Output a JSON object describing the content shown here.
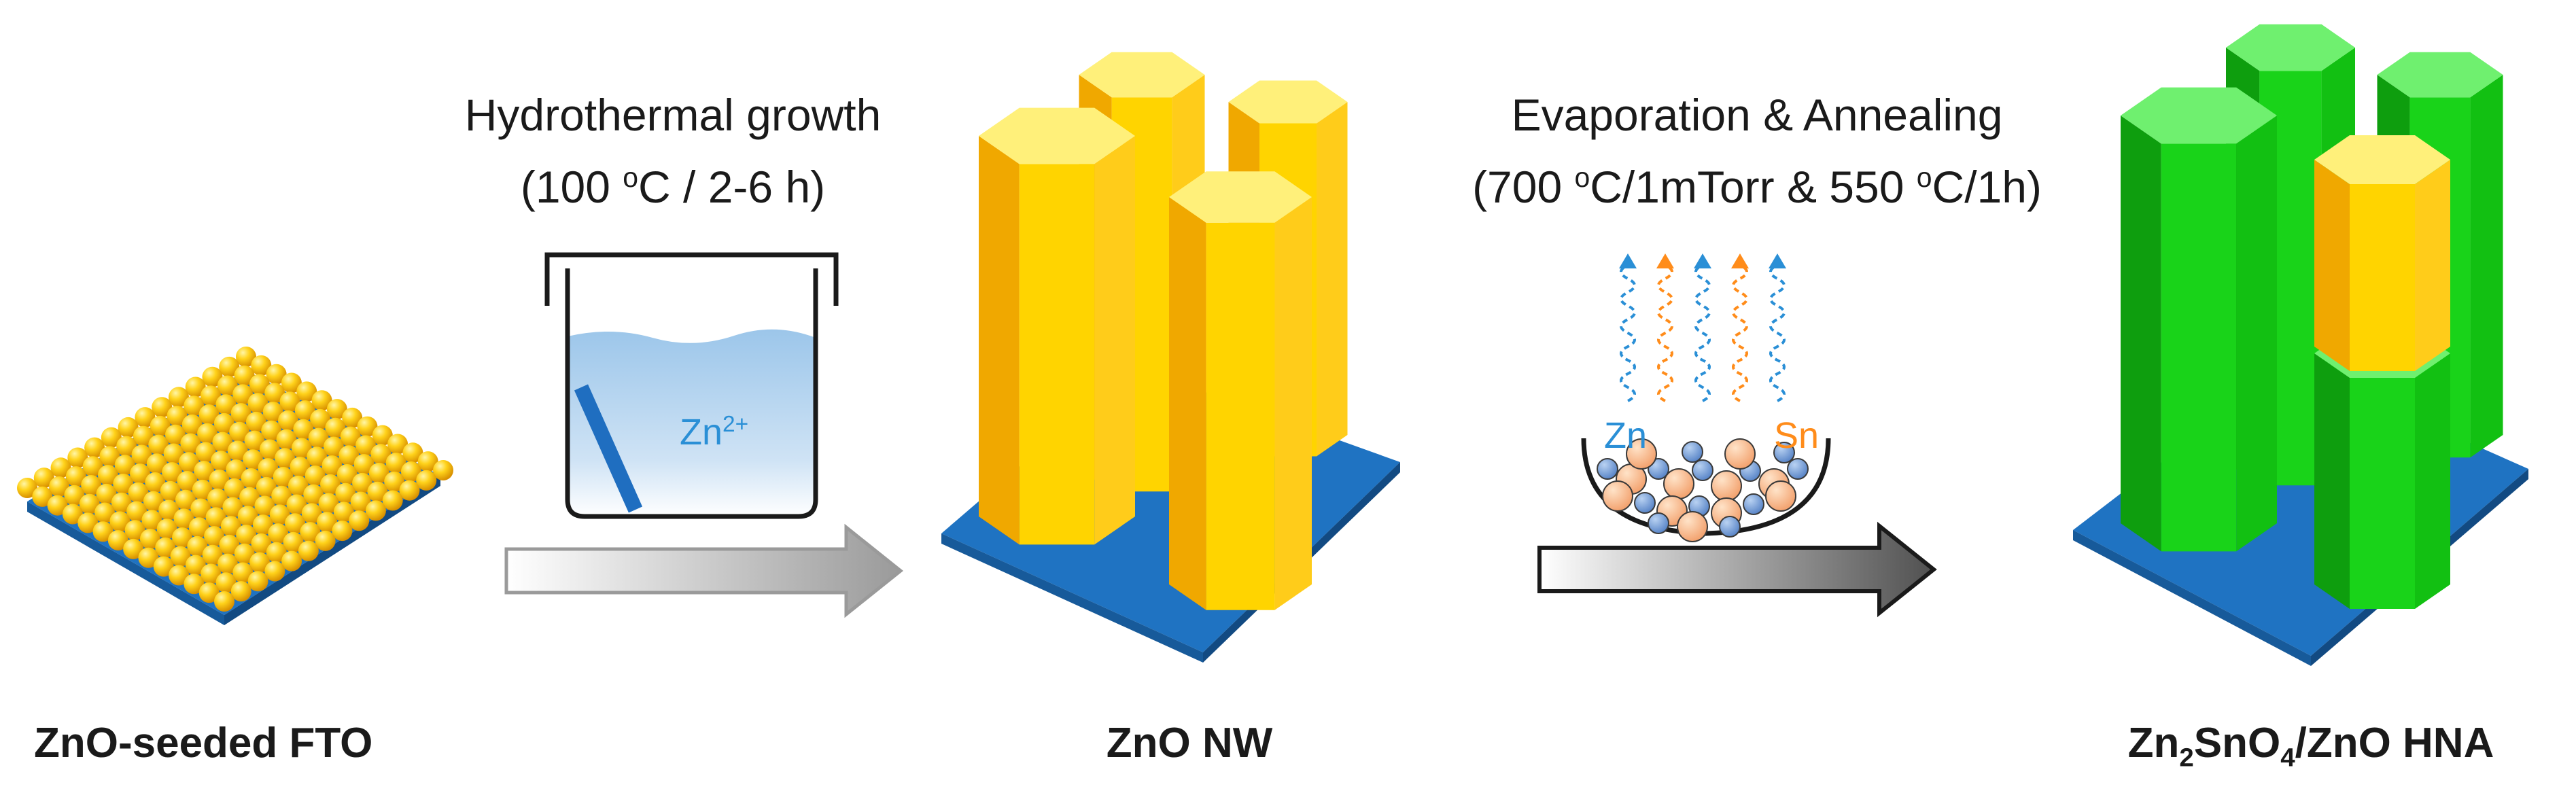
{
  "steps": {
    "hydrothermal": {
      "title": "Hydrothermal growth",
      "condition": "(100 ",
      "condition_sup": "o",
      "condition_rest": "C / 2-6 h)",
      "ion_label": "Zn",
      "ion_charge": "2+"
    },
    "evaporation": {
      "title": "Evaporation & Annealing",
      "condition_a": "(700 ",
      "condition_a_sup": "o",
      "condition_b": "C/1mTorr & 550 ",
      "condition_b_sup": "o",
      "condition_c": "C/1h)",
      "source_zn": "Zn",
      "source_sn": "Sn"
    }
  },
  "stages": {
    "seeded": {
      "label": "ZnO-seeded FTO"
    },
    "nanowire": {
      "label": "ZnO NW"
    },
    "hna": {
      "label_zn": "Zn",
      "label_zn_sub": "2",
      "label_sno": "SnO",
      "label_o_sub": "4",
      "label_rest": "/ZnO HNA"
    }
  },
  "colors": {
    "substrate_blue": "#1f73c2",
    "zno_yellow": "#ffd400",
    "zno_yellow_dark": "#f0a800",
    "shell_green": "#19d319",
    "shell_green_dark": "#0e9e0e",
    "zn_ion_blue": "#2a8fd6",
    "sn_orange": "#ff8c1a"
  }
}
